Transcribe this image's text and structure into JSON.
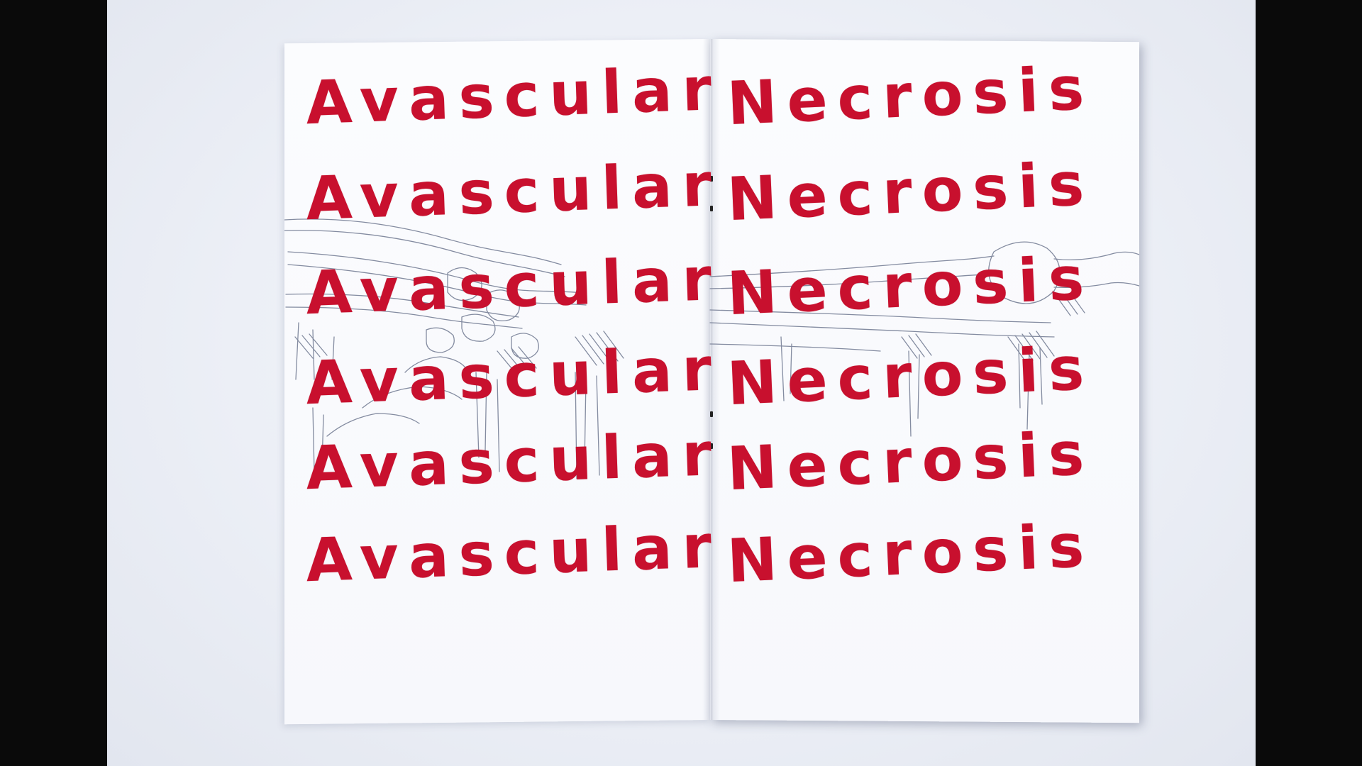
{
  "artwork": {
    "lines": [
      {
        "left": "Avascular",
        "right": "Necrosis"
      },
      {
        "left": "Avascular",
        "right": "Necrosis"
      },
      {
        "left": "Avascular",
        "right": "Necrosis"
      },
      {
        "left": "Avascular",
        "right": "Necrosis"
      },
      {
        "left": "Avascular",
        "right": "Necrosis"
      },
      {
        "left": "Avascular",
        "right": "Necrosis"
      }
    ],
    "ink_color": "#c8102e",
    "sketch_color": "#6f7890",
    "background_color": "#0a0a0a",
    "paper_color": "#f7f8fc",
    "drawing": "bone-sketch-illustration"
  }
}
